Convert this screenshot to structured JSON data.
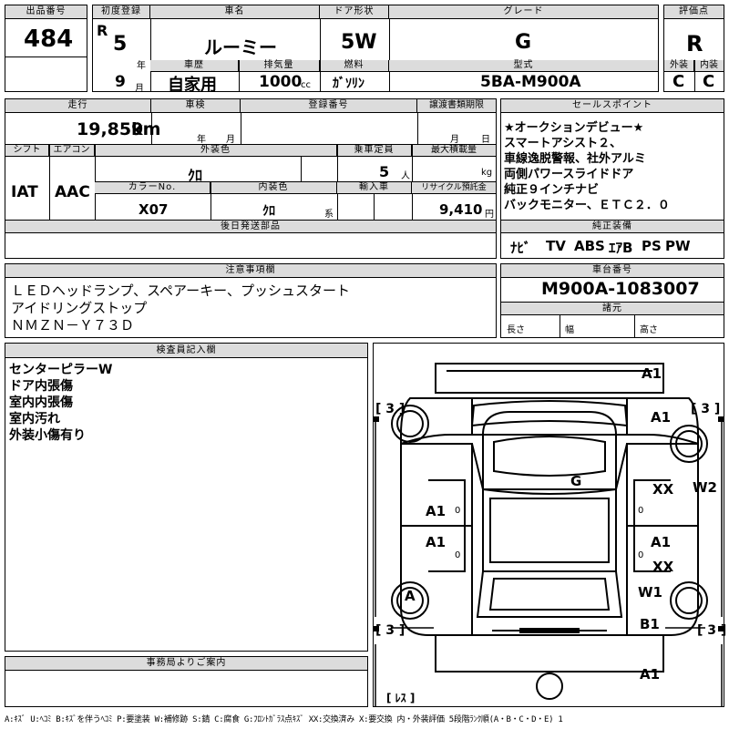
{
  "header": {
    "lot_no_label": "出品番号",
    "lot_no": "484",
    "first_reg_label": "初度登録",
    "era": "R",
    "year": "5",
    "year_unit": "年",
    "month": "9",
    "month_unit": "月",
    "car_name_label": "車名",
    "car_name": "ルーミー",
    "door_label": "ドア形状",
    "door": "5W",
    "grade_label": "グレード",
    "grade": "G",
    "score_label": "評価点",
    "score": "R",
    "history_label": "車歴",
    "history": "自家用",
    "displacement_label": "排気量",
    "displacement": "1000",
    "displacement_unit": "cc",
    "fuel_label": "燃料",
    "fuel": "ｶﾞｿﾘﾝ",
    "model_label": "型式",
    "model": "5BA-M900A",
    "exterior_label": "外装",
    "exterior_grade": "C",
    "interior_label": "内装",
    "interior_grade": "C"
  },
  "row2": {
    "mileage_label": "走行",
    "mileage": "19,859",
    "mileage_unit": "km",
    "inspection_label": "車検",
    "insp_year": "年",
    "insp_month": "月",
    "reg_no_label": "登録番号",
    "transfer_label": "譲渡書類期限",
    "transfer_month": "月",
    "transfer_day": "日",
    "shift_label": "シフト",
    "shift": "IAT",
    "ac_label": "エアコン",
    "ac": "AAC",
    "color_label": "外装色",
    "color": "ｸﾛ",
    "capacity_label": "乗車定員",
    "capacity": "5",
    "capacity_unit": "人",
    "load_label": "最大積載量",
    "load_unit": "kg",
    "color_no_label": "カラーNo.",
    "color_no": "X07",
    "int_color_label": "内装色",
    "int_color": "ｸﾛ",
    "int_color_unit": "系",
    "import_label": "輸入車",
    "recycle_label": "リサイクル預託金",
    "recycle": "9,410",
    "recycle_unit": "円",
    "later_parts_label": "後日発送部品"
  },
  "sales_points": {
    "label": "セールスポイント",
    "lines": [
      "★オークションデビュー★",
      "スマートアシスト２、",
      "車線逸脱警報、社外アルミ",
      "両側パワースライドドア",
      "純正９インチナビ",
      "バックモニター、ＥＴＣ２．０"
    ]
  },
  "equipment": {
    "label": "純正装備",
    "items": [
      "ﾅﾋﾞ",
      "TV",
      "ABS",
      "ｴｱB",
      "PS",
      "PW"
    ]
  },
  "notes": {
    "label": "注意事項欄",
    "lines": [
      "ＬＥＤヘッドランプ、スペアーキー、プッシュスタート",
      "アイドリングストップ",
      "ＮＭＺＮ－Ｙ７３Ｄ"
    ]
  },
  "chassis": {
    "label": "車台番号",
    "number": "M900A-1083007",
    "dims_label": "諸元",
    "length_label": "長さ",
    "width_label": "幅",
    "height_label": "高さ"
  },
  "inspector": {
    "label": "検査員記入欄",
    "lines": [
      "センターピラーW",
      "ドア内張傷",
      "室内内張傷",
      "室内汚れ",
      "外装小傷有り"
    ]
  },
  "office": {
    "label": "事務局よりご案内"
  },
  "diagram": {
    "marks": {
      "front_top": "A1",
      "hood_right": "A1",
      "roof": "G",
      "front_door_left": "A1",
      "front_door_right": "XX",
      "front_door_right_edge": "W2",
      "rear_door_left": "A1",
      "rear_door_right_a": "A1",
      "rear_door_right_b": "XX",
      "rear_wheel_left": "A",
      "rear_right_w": "W1",
      "rear_right_b": "B1",
      "rear_bottom": "A1",
      "zero1": "0",
      "zero2": "0",
      "zero3": "0",
      "zero4": "0"
    },
    "tire_tl": "3",
    "tire_tr": "3",
    "tire_bl": "3",
    "tire_br": "3",
    "spare": "ﾚｽ"
  },
  "legend": "A:ｷｽﾞ U:ﾍｺﾐ B:ｷｽﾞを伴うﾍｺﾐ P:要塗装 W:補修跡 S:錆 C:腐食 G:ﾌﾛﾝﾄｶﾞﾗｽ点ｷｽﾞ XX:交換済み X:要交換 内・外装評価 5段階ﾗﾝｸ順(A・B・C・D・E) 1"
}
